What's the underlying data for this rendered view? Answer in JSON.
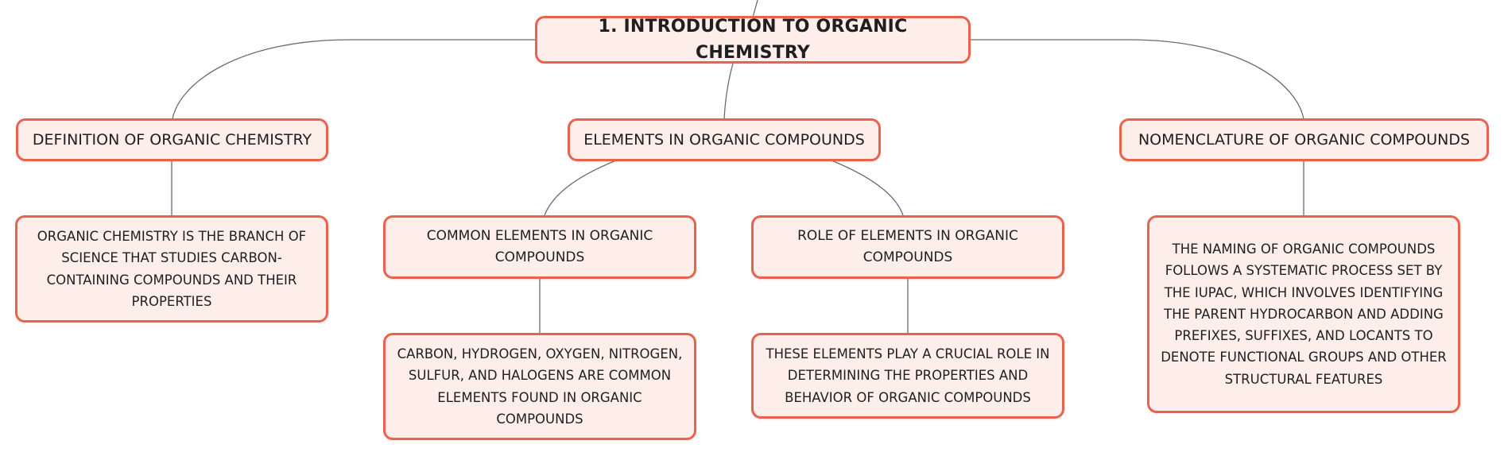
{
  "diagram": {
    "root": {
      "label": "1. INTRODUCTION TO ORGANIC CHEMISTRY"
    },
    "branches": {
      "definition": {
        "label": "DEFINITION OF ORGANIC CHEMISTRY",
        "detail": "ORGANIC CHEMISTRY IS THE BRANCH OF SCIENCE THAT STUDIES CARBON-CONTAINING COMPOUNDS AND THEIR PROPERTIES"
      },
      "elements": {
        "label": "ELEMENTS IN ORGANIC COMPOUNDS",
        "children": {
          "common": {
            "label": "COMMON ELEMENTS IN ORGANIC COMPOUNDS",
            "detail": "CARBON, HYDROGEN, OXYGEN, NITROGEN, SULFUR, AND HALOGENS ARE COMMON ELEMENTS FOUND IN ORGANIC COMPOUNDS"
          },
          "role": {
            "label": "ROLE OF ELEMENTS IN ORGANIC COMPOUNDS",
            "detail": "THESE ELEMENTS PLAY A CRUCIAL ROLE IN DETERMINING THE PROPERTIES AND BEHAVIOR OF ORGANIC COMPOUNDS"
          }
        }
      },
      "nomenclature": {
        "label": "NOMENCLATURE OF ORGANIC COMPOUNDS",
        "detail": "THE NAMING OF ORGANIC COMPOUNDS FOLLOWS A SYSTEMATIC PROCESS SET BY THE IUPAC, WHICH INVOLVES IDENTIFYING THE PARENT HYDROCARBON AND ADDING PREFIXES, SUFFIXES, AND LOCANTS TO DENOTE FUNCTIONAL GROUPS AND OTHER STRUCTURAL FEATURES"
      }
    },
    "colors": {
      "node_border": "#e8634e",
      "node_fill": "#fdeeea",
      "connector": "#6b6b6b",
      "text": "#1f1f1f"
    }
  }
}
